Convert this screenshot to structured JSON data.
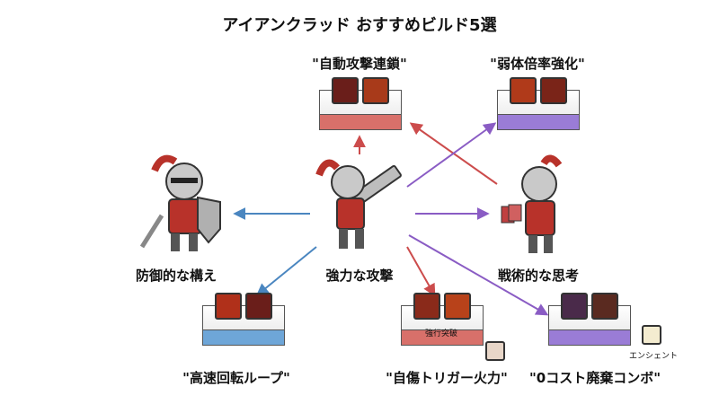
{
  "title": "アイアンクラッド おすすめビルド5選",
  "characters": {
    "center": "強力な攻撃",
    "left": "防御的な構え",
    "right": "戦術的な思考"
  },
  "builds": {
    "auto_chain": "\"自動攻撃連鎖\"",
    "weak_mult": "\"弱体倍率強化\"",
    "speed_loop": "\"高速回転ループ\"",
    "self_harm": "\"自傷トリガー火力\"",
    "zero_cost": "\"0コスト廃棄コンボ\""
  },
  "sublabels": {
    "self_harm_card": "強行突破",
    "zero_cost_relic": "エンシェント"
  },
  "colors": {
    "red": "#cc4c4c",
    "purple": "#8a5cc4",
    "blue": "#4a86c0",
    "red_base": "#d8706a",
    "purple_base": "#9a7cd6",
    "blue_base": "#6ea6d8"
  }
}
